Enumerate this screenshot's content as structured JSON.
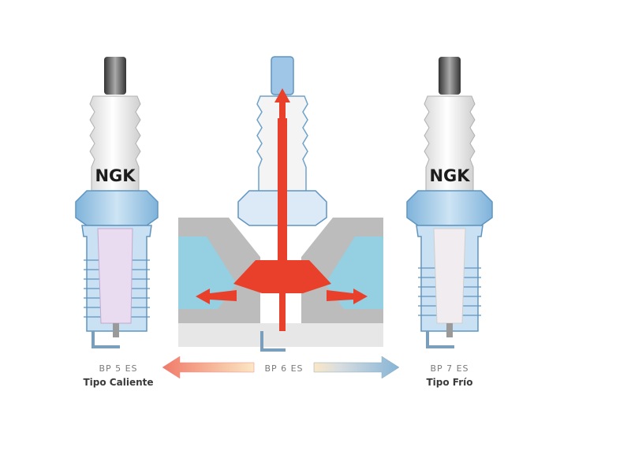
{
  "plugs": {
    "left": {
      "code": "BP 5 ES",
      "type": "Tipo Caliente",
      "brand": "NGK"
    },
    "middle": {
      "code": "BP 6 ES"
    },
    "right": {
      "code": "BP 7 ES",
      "type": "Tipo Frío",
      "brand": "NGK"
    }
  },
  "colors": {
    "hot": "#e8402a",
    "cold": "#7fb2d8",
    "ceramic": "#f2f2f2",
    "metal": "#9fc6e6",
    "coolant": "#8fd0e6",
    "head": "#bdbdbd"
  }
}
